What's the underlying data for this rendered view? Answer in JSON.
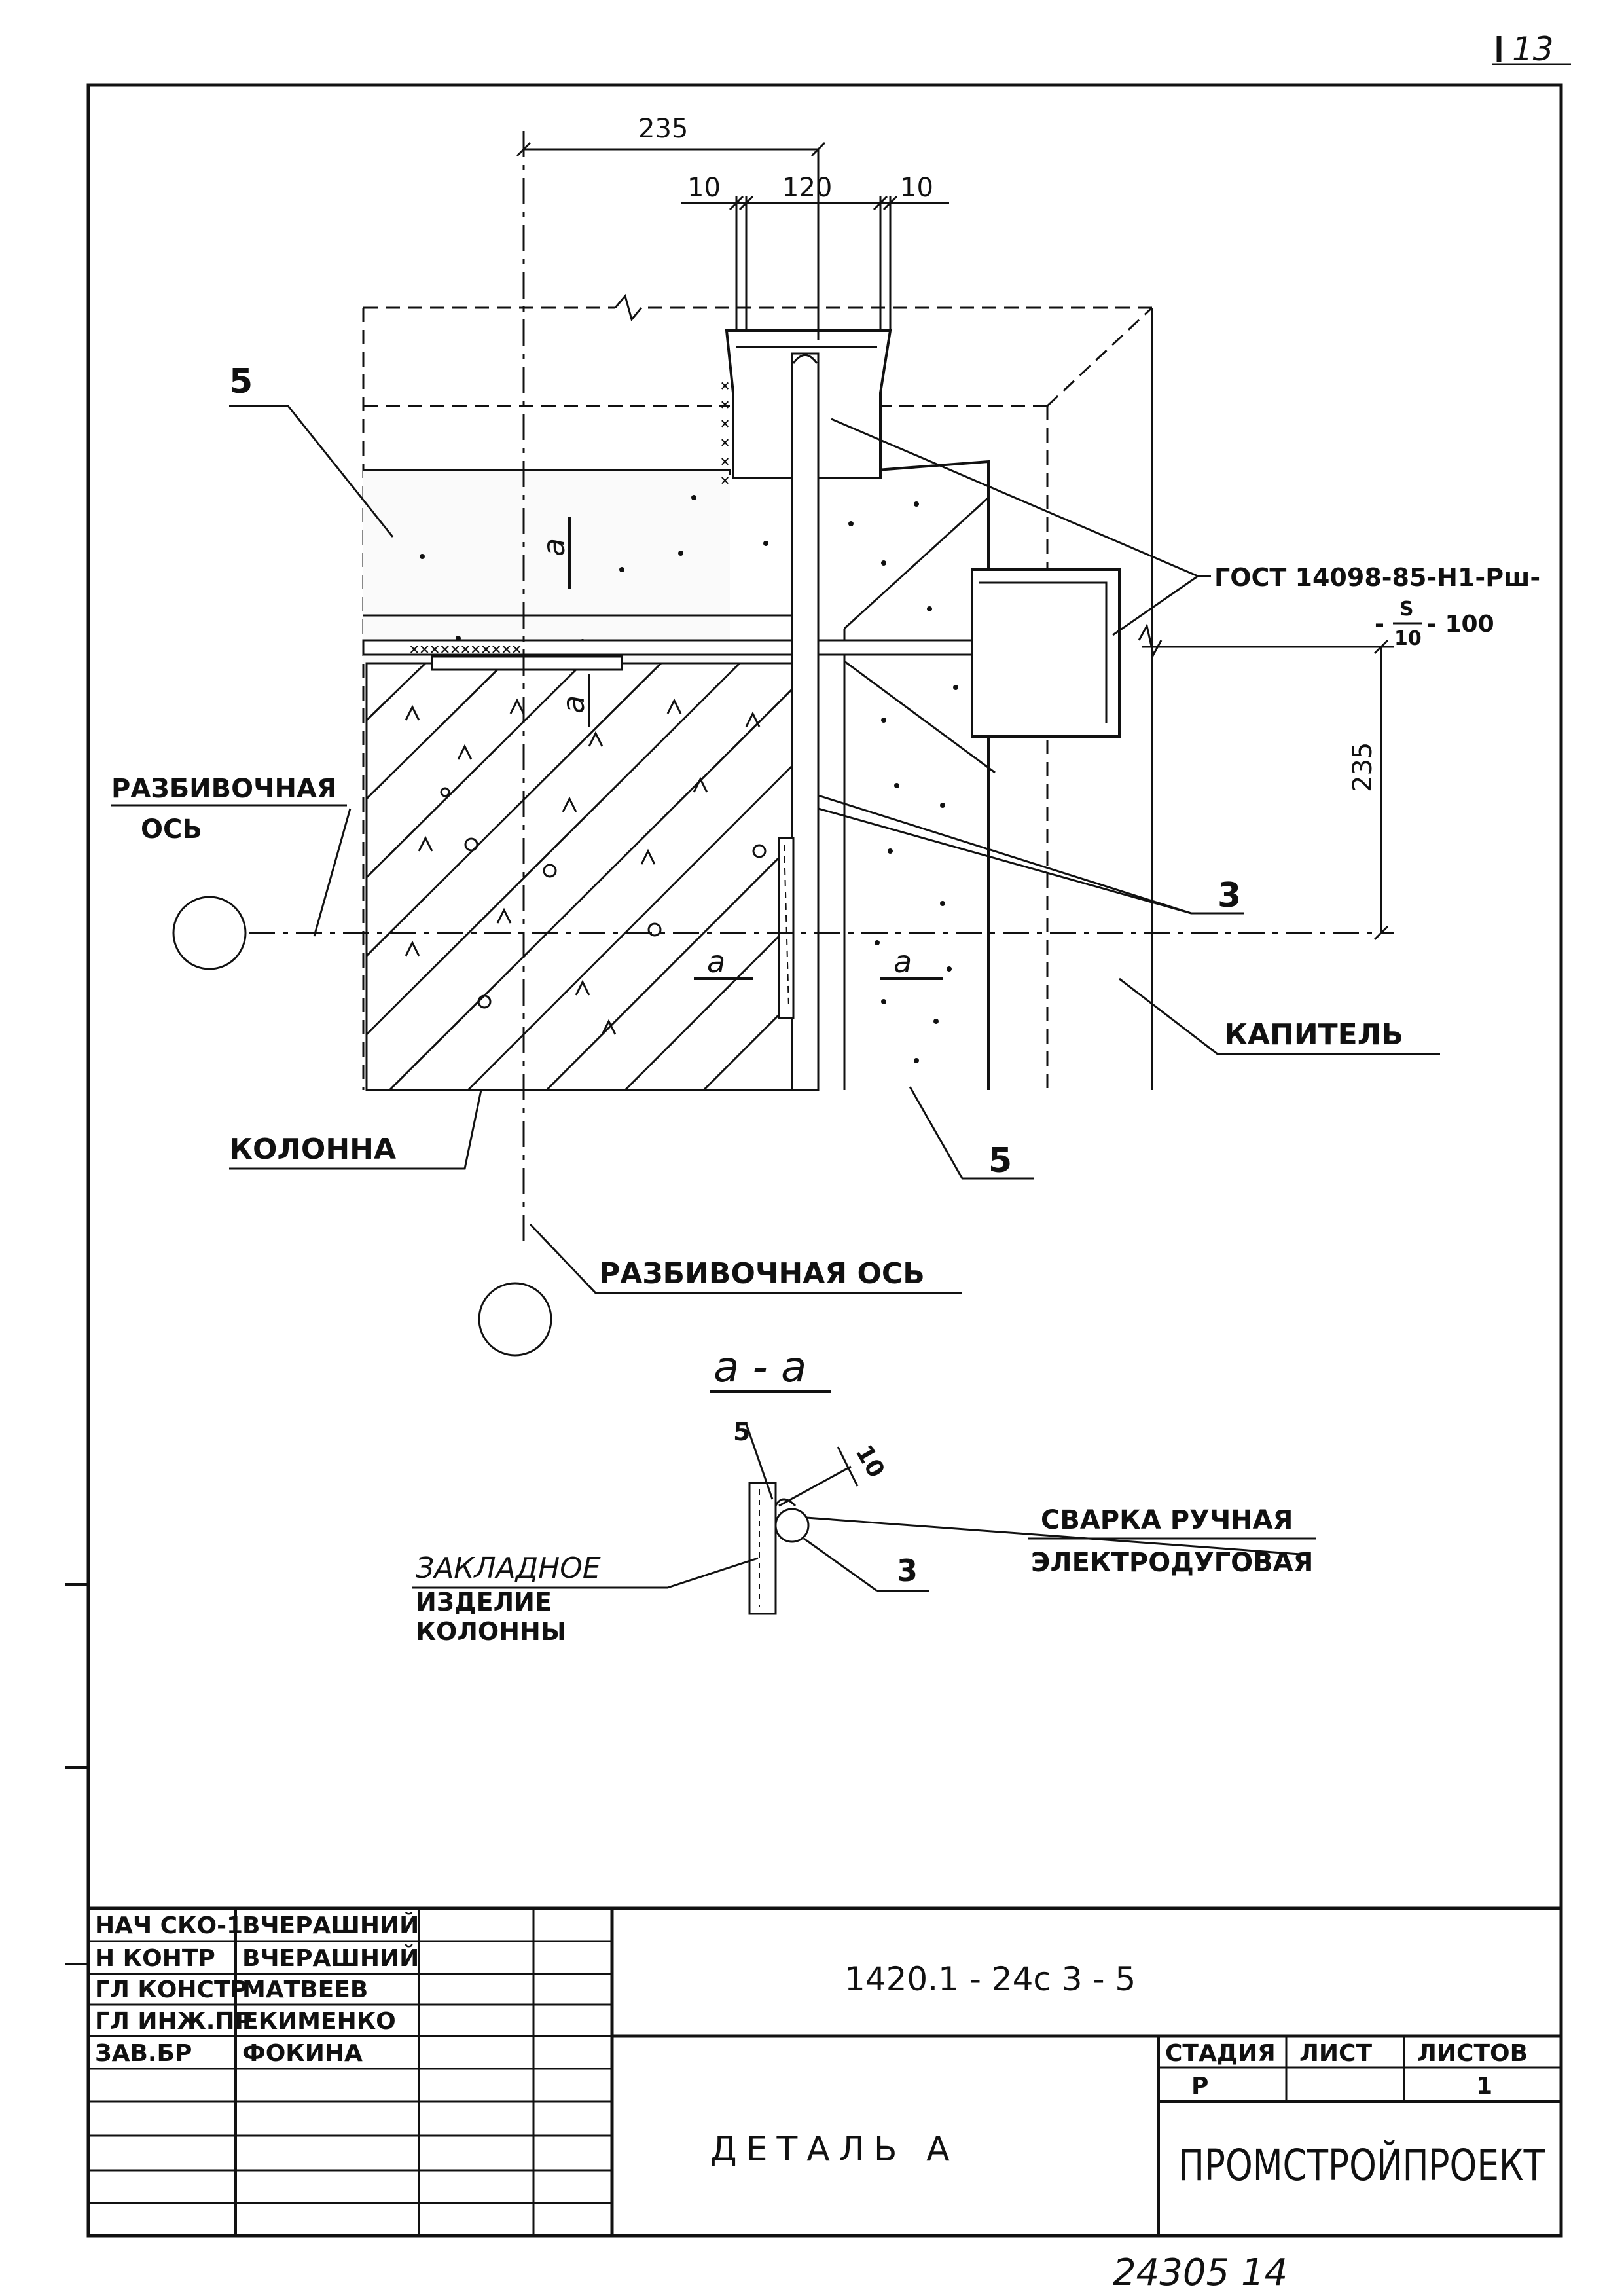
{
  "sheet_number": "13",
  "bottom_stamp": "24305 14",
  "dimensions": {
    "axis_to_bar": "235",
    "bar_width": "120",
    "gap_left": "10",
    "gap_right": "10",
    "vertical": "235"
  },
  "labels": {
    "item_5_top": "5",
    "item_5_bottom": "5",
    "item_3": "3",
    "item_3_section": "3",
    "gost_line1": "ГОСТ 14098-85-Н1-Рш-",
    "gost_minus": "-",
    "gost_fraction_top": "S",
    "gost_fraction_bottom": "10",
    "gost_tail": "- 100",
    "axis_left_line1": "РАЗБИВОЧНАЯ",
    "axis_left_line2": "ОСЬ",
    "axis_bottom": "РАЗБИВОЧНАЯ ОСЬ",
    "capital": "КАПИТЕЛЬ",
    "column": "КОЛОННА",
    "section_mark": "а",
    "section_title": "а - а",
    "section_dim_5": "5",
    "section_dim_10": "10",
    "weld_line1": "СВАРКА РУЧНАЯ",
    "weld_line2": "ЭЛЕКТРОДУГОВАЯ",
    "embedded_line1": "ЗАКЛАДНОЕ",
    "embedded_line2": "ИЗДЕЛИЕ",
    "embedded_line3": "КОЛОННЫ"
  },
  "title_block": {
    "roles": [
      "НАЧ СКО-1",
      "Н КОНТР",
      "ГЛ КОНСТР",
      "ГЛ ИНЖ.ПР",
      "ЗАВ.БР"
    ],
    "names": [
      "ВЧЕРАШНИЙ",
      "ВЧЕРАШНИЙ",
      "МАТВЕЕВ",
      "ЕКИМЕНКО",
      "ФОКИНА"
    ],
    "document_code": "1420.1 - 24с 3 - 5",
    "drawing_title": "ДЕТАЛЬ А",
    "stage_header": "СТАДИЯ",
    "sheet_header": "ЛИСТ",
    "sheets_header": "ЛИСТОВ",
    "stage_value": "Р",
    "sheet_value": "",
    "sheets_value": "1",
    "organization": "ПРОМСТРОЙПРОЕКТ"
  }
}
